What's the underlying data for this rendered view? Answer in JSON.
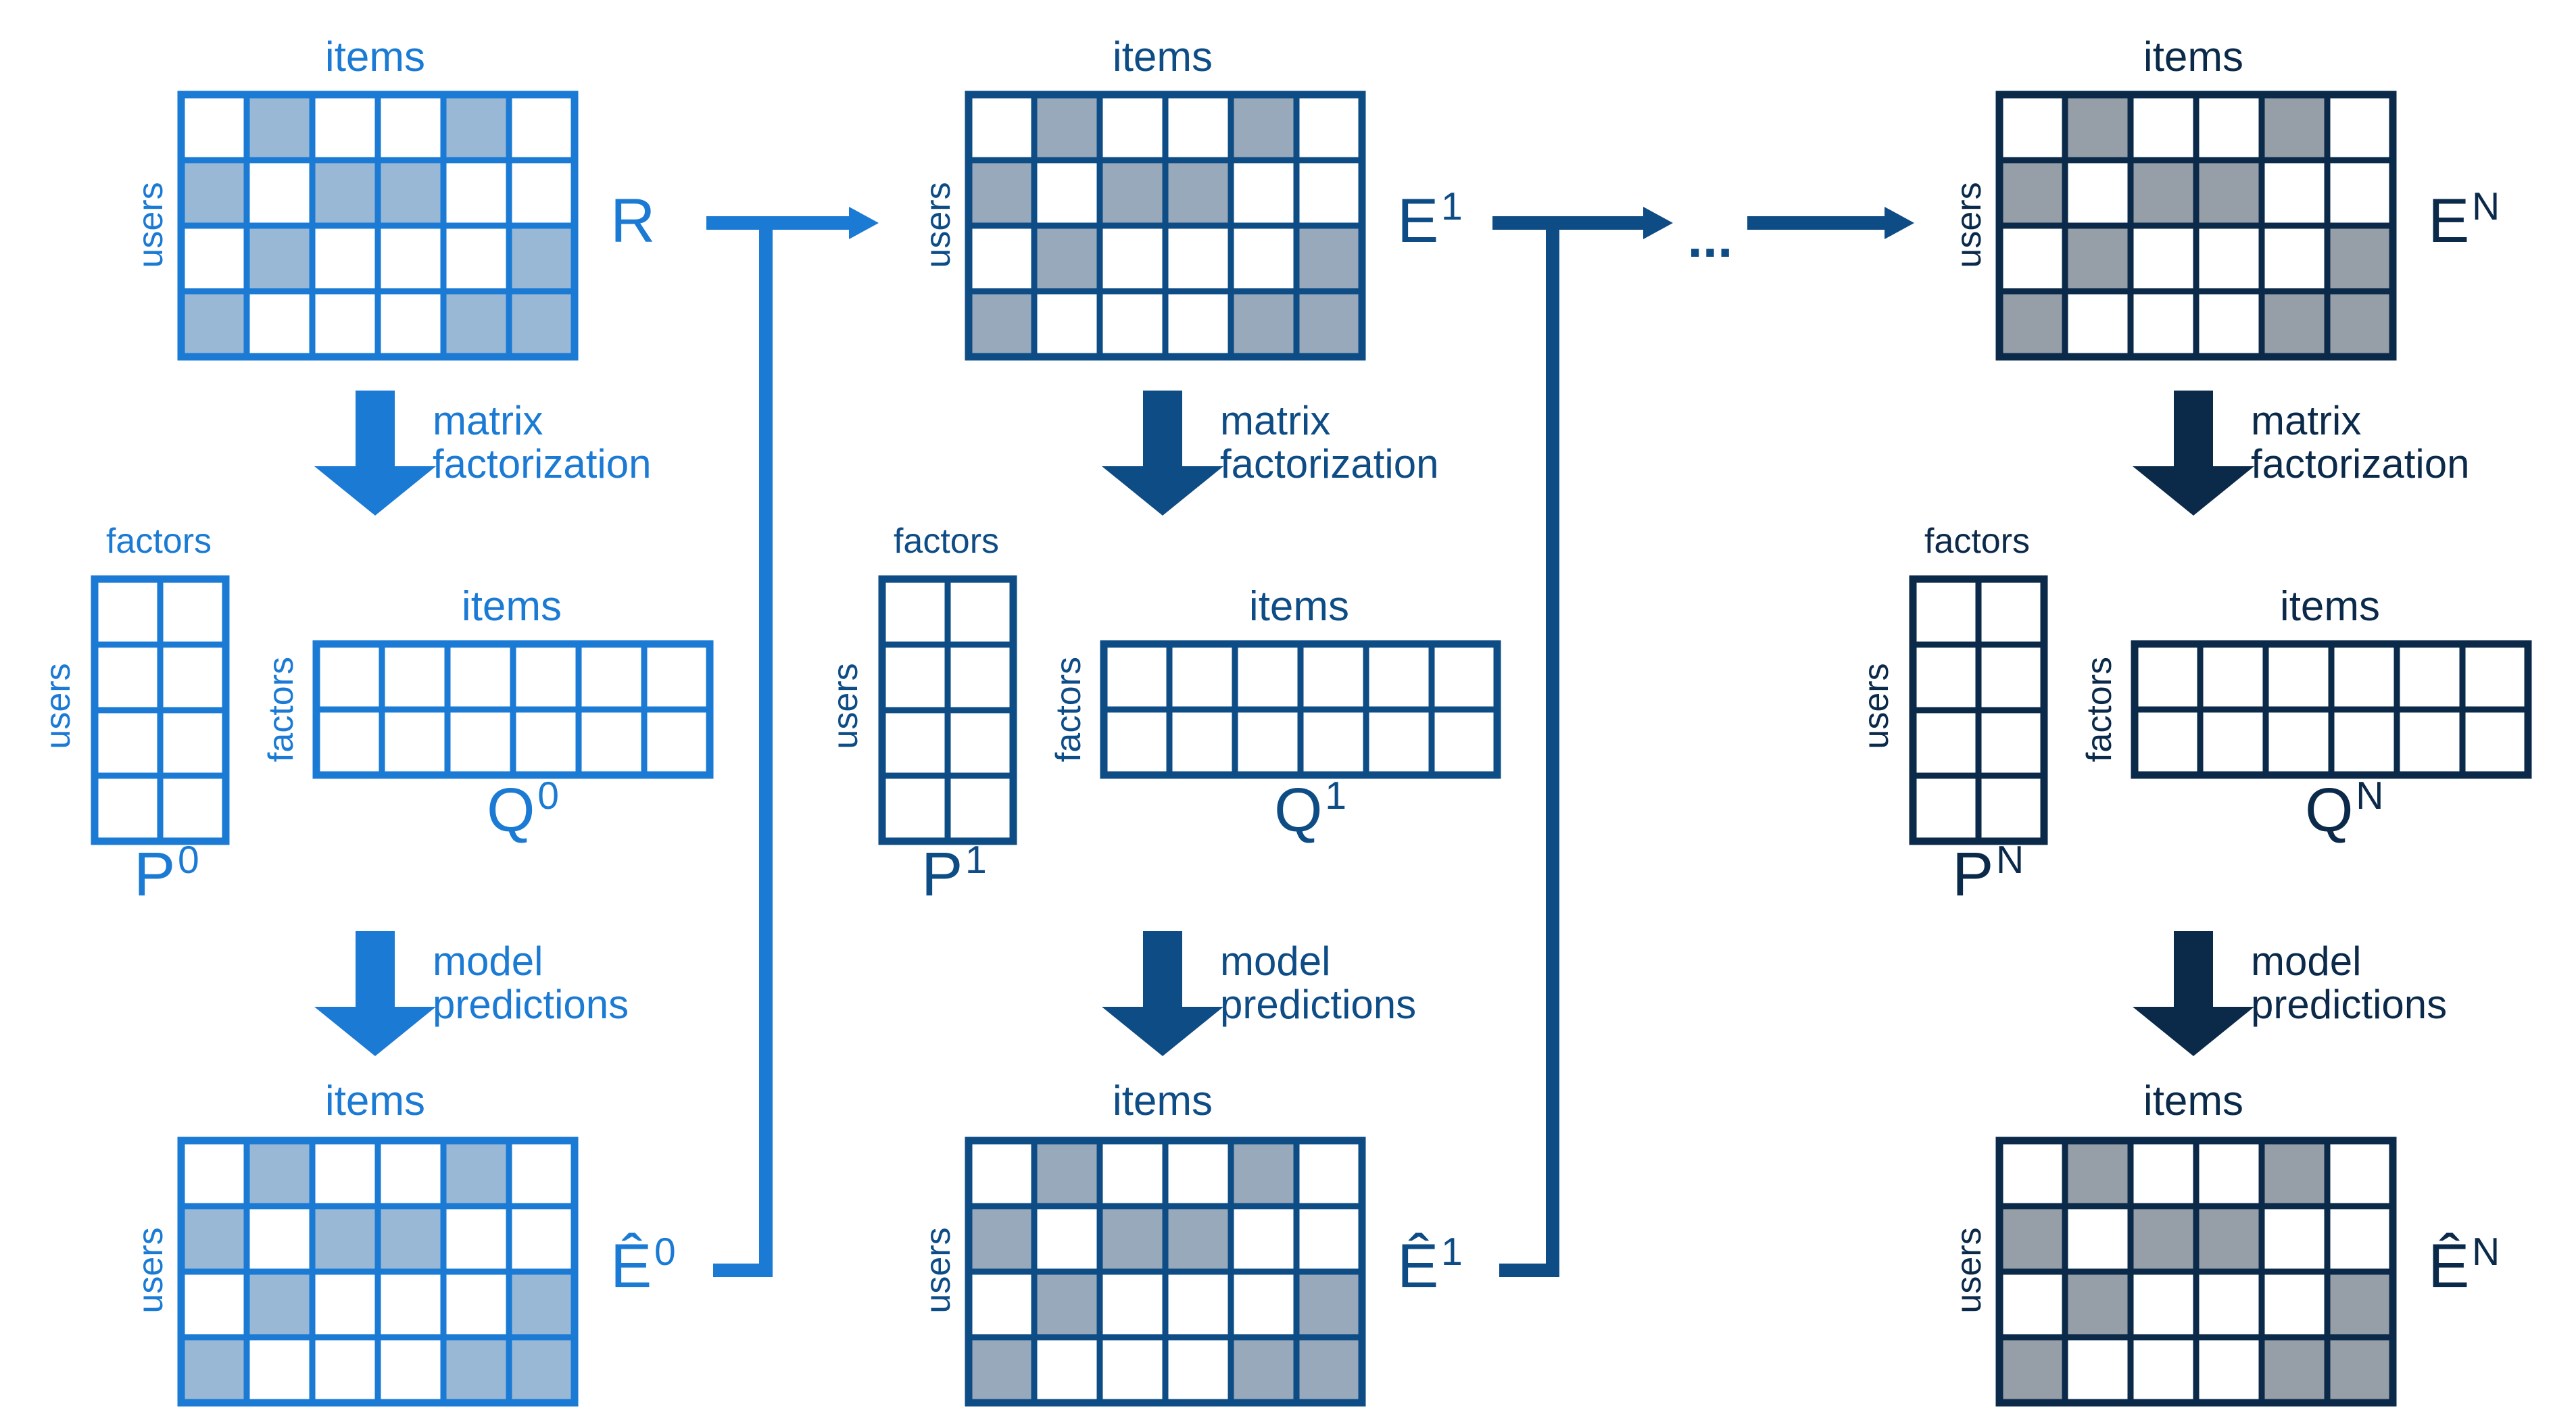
{
  "colors": {
    "stage_0": "#1a7ad4",
    "stage_1": "#0e4c85",
    "stage_n": "#0b2a4a",
    "fill_0": "#98b8d6",
    "fill_1": "#97a9ba",
    "fill_n": "#969ea8",
    "cell_bg": "#ffffff"
  },
  "labels": {
    "items": "items",
    "users": "users",
    "factors": "factors",
    "step_factorization_line1": "matrix",
    "step_factorization_line2": "factorization",
    "step_predictions_line1": "model",
    "step_predictions_line2": "predictions",
    "ellipsis": "..."
  },
  "rating_pattern": [
    [
      0,
      1,
      0,
      0,
      1,
      0
    ],
    [
      1,
      0,
      1,
      1,
      0,
      0
    ],
    [
      0,
      1,
      0,
      0,
      0,
      1
    ],
    [
      1,
      0,
      0,
      0,
      1,
      1
    ]
  ],
  "stages": [
    {
      "input_base": "R",
      "input_sup": "",
      "P_base": "P",
      "P_sup": "0",
      "Q_base": "Q",
      "Q_sup": "0",
      "pred_base": "Ê",
      "pred_sup": "0"
    },
    {
      "input_base": "E",
      "input_sup": "1",
      "P_base": "P",
      "P_sup": "1",
      "Q_base": "Q",
      "Q_sup": "1",
      "pred_base": "Ê",
      "pred_sup": "1"
    },
    {
      "input_base": "E",
      "input_sup": "N",
      "P_base": "P",
      "P_sup": "N",
      "Q_base": "Q",
      "Q_sup": "N",
      "pred_base": "Ê",
      "pred_sup": "N"
    }
  ]
}
